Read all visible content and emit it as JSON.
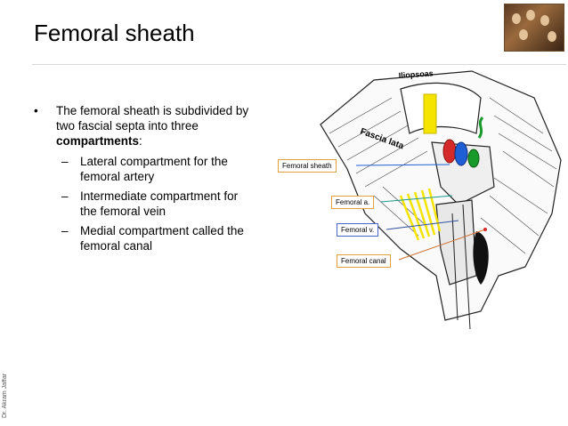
{
  "slide": {
    "title": "Femoral sheath",
    "side_credit": "Dr. Akram Jaffar"
  },
  "content": {
    "bullet_prefix": "The femoral sheath is subdivided by two fascial septa into three ",
    "bullet_bold": "compartments",
    "bullet_suffix": ":",
    "bullet_marker": "•",
    "sub_marker": "–",
    "sub_items": [
      "Lateral compartment for the femoral artery",
      "Intermediate compartment for the femoral vein",
      "Medial compartment called the femoral canal"
    ]
  },
  "figure": {
    "labels": {
      "iliopsoas": "Iliopsoas",
      "fascia_lata": "Fascia lata",
      "femoral_sheath": "Femoral sheath",
      "femoral_a": "Femoral a.",
      "femoral_v": "Femoral v.",
      "femoral_canal": "Femoral canal"
    },
    "colors": {
      "artery": "#d42a2a",
      "vein": "#1f5fd6",
      "canal": "#1a9a2a",
      "muscle": "#f5e400",
      "label_border_orange": "#e5a040",
      "label_border_blue": "#4a66c8"
    }
  }
}
